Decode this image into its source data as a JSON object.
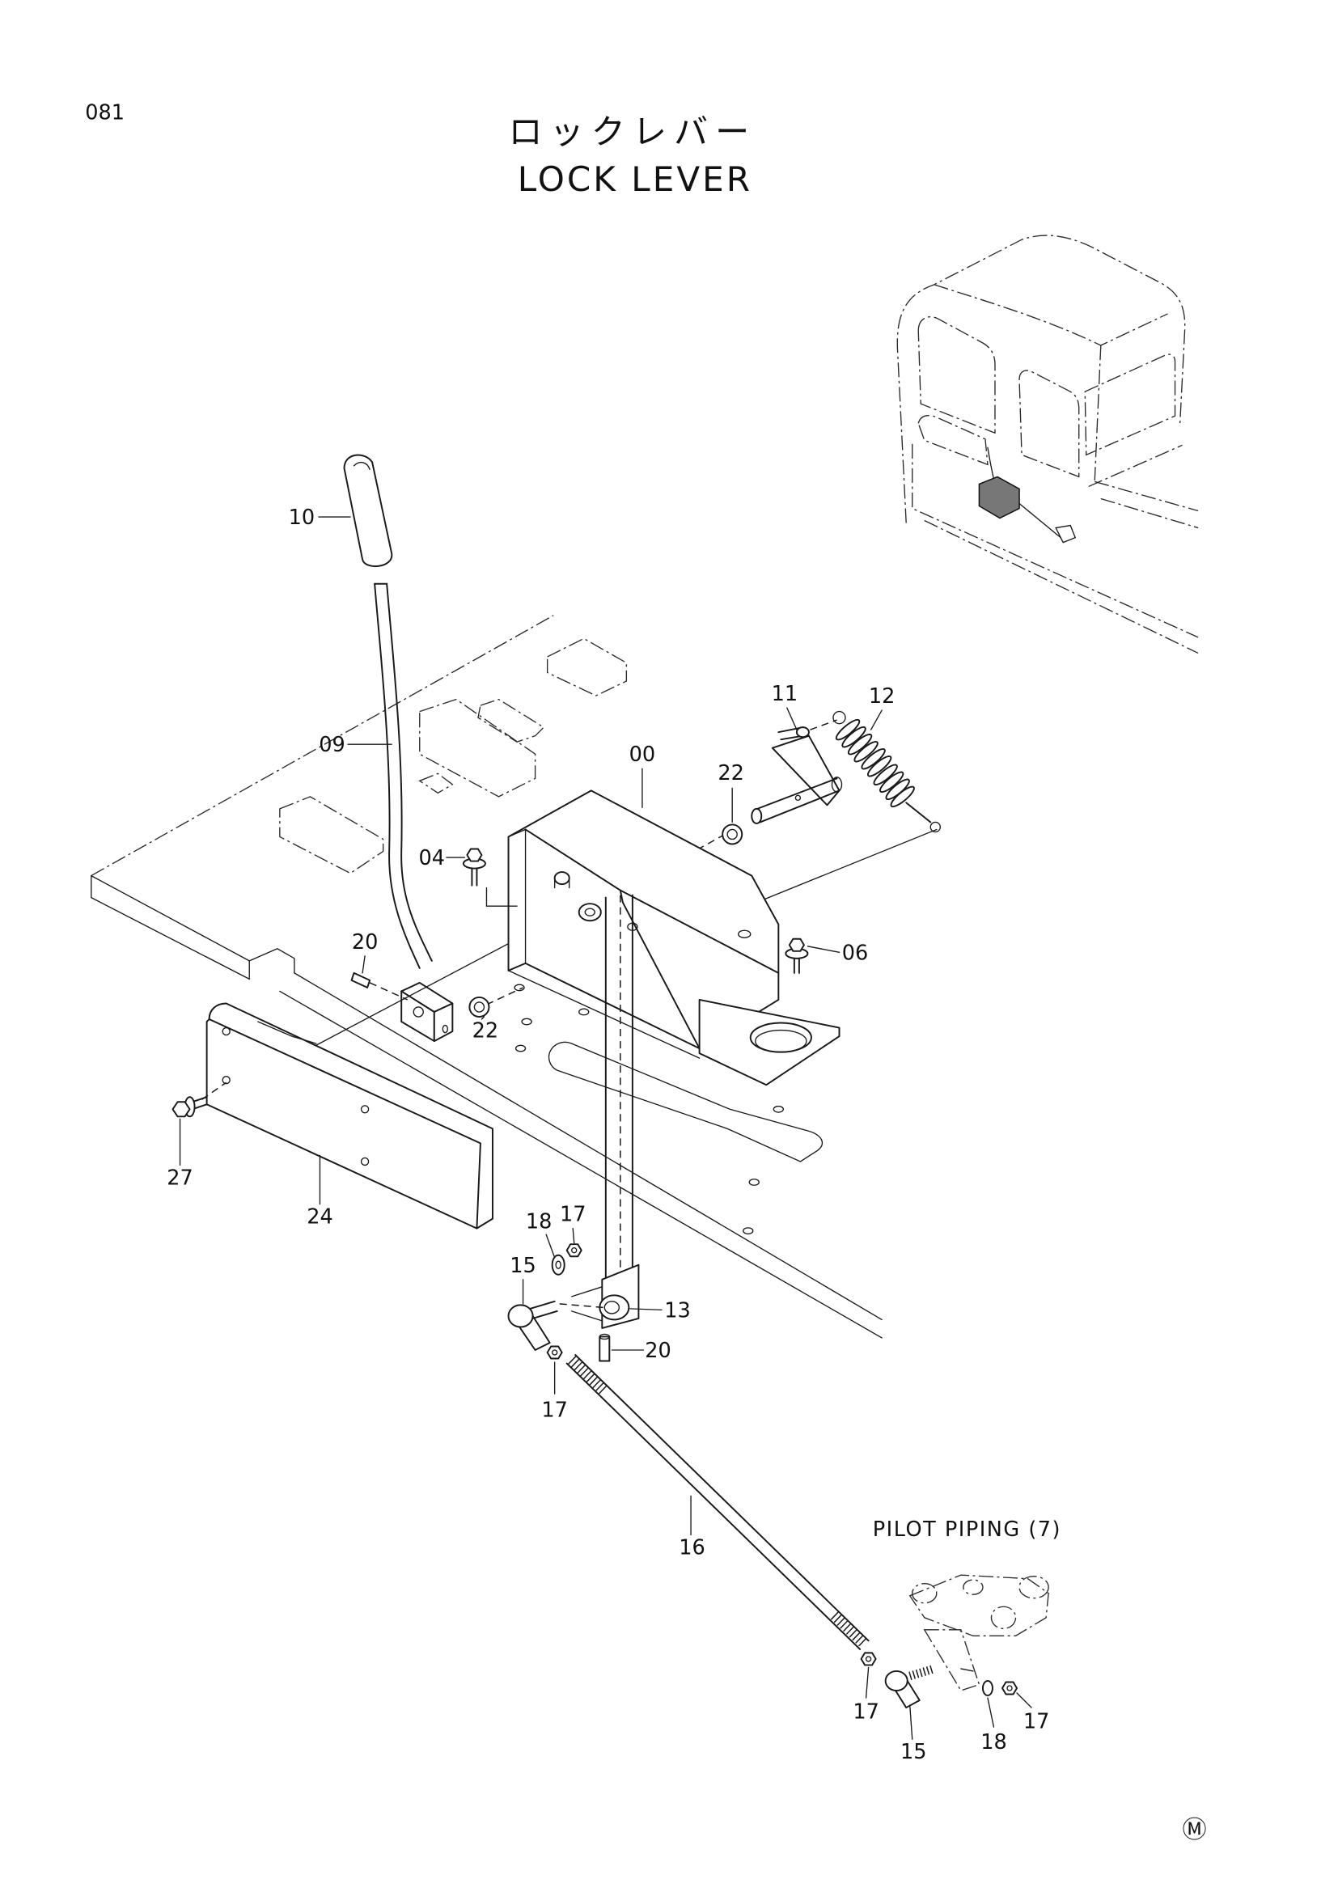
{
  "page_number": "081",
  "title_jp": "ロックレバー",
  "title_en": "LOCK LEVER",
  "callouts": [
    "10",
    "09",
    "00",
    "11",
    "12",
    "22",
    "04",
    "20",
    "06",
    "22",
    "27",
    "24",
    "18",
    "17",
    "15",
    "13",
    "20",
    "17",
    "16",
    "17",
    "15",
    "18",
    "17"
  ],
  "inset_label": "PILOT PIPING (7)",
  "mark": "Ⓜ"
}
